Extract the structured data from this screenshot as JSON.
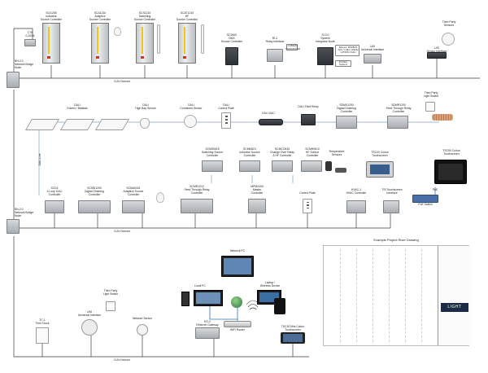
{
  "networks": {
    "top": "ICAN Network",
    "middle": "ICAN Network",
    "bottom": "ICAN Network",
    "dali_line": "DALI Line",
    "poe": "PoE"
  },
  "labels": {
    "sc1": "SCI1265\nInductive\nSource Controller",
    "sc2": "SCA1210\nAdaptive\nSource Controller",
    "sc3": "SCS1210\nSwitching\nSource Controller",
    "sc4": "SCAT1210\nHF\nSource Controller",
    "cur_tr": "CT8\n0-100A",
    "dmx_ctrl": "SCDMX\nDMX\nSource Controller",
    "relay_if": "RI-2\nRelay Interface",
    "stage_tag": "CURRENT\nTRANSDUCER",
    "sys_int": "SI-3.0\nSystem\nIntegrator Node",
    "uni_if": "UNI\nUniversal Interface",
    "tp_sensors": "Third Party\nSensors",
    "sens_if": "UIS\nSensor Interface",
    "bms": "BACnet / MODBUS\nKNX / C-Bus / RS232\nLUTRON / DALI",
    "bms2": "3rd Party\nSystems",
    "node1": "BN-2.0\nNetwork Bridge\nNode",
    "node2": "BN-2.0\nNetwork Bridge\nNode",
    "dali_drivers": "DALI\nDrivers / Ballasts",
    "dali_hbay": "DALI\nHigh Bay Sensor",
    "dali_comb": "DALI\nCombined Sensor",
    "dali_plate": "DALI\nControl Plate",
    "dali_dac": "DALI DAC",
    "dali_relay": "DALI Field Relay",
    "sdmx_dim": "SDMX1200\nDigital Dimming\nController",
    "sdmx_relay": "SDMR1200\nFeed Through Relay\nController",
    "tp_switch": "Third Party\nLight Switch",
    "scm_sw": "SCMS0615\nSwitching Source\nController",
    "scm_ind": "SCMI0621\nInductive Source\nController",
    "scm_co": "SCMCO415\nChange Over Relay\n& HF Controller",
    "scm_hf": "SCMH0610\nHF Source\nController",
    "temp_sens": "Temperature\nSensors",
    "tsc40": "TSC40 Colour\nTouchscreen",
    "tsc50": "TSC50 Colour\nTouchscreen",
    "scd4": "SCD4\n4 Loop DALI\nController",
    "scdim": "SCMD1200\nDigital Dimming\nController",
    "scad": "SCMA0401\nAdaptive Source\nController",
    "scm_feed": "SCMR1212\nFeed Through Relay\nController",
    "mpm": "MPM2400\nMaster\nController",
    "ctl_plate": "Control Plate",
    "hvac": "HVAC-1\nHVAC Controller",
    "tsi": "TSI Touchscreen\nInterface",
    "poe_sw": "PoE Switch",
    "net_pc": "Network PC",
    "local_pc": "Local PC",
    "laptop": "Laptop /\nWireless Device",
    "wifi": "WiFi Router",
    "tp_switch2": "Third Party\nLight Switch",
    "uni2": "UNI\nUniversal Interface",
    "net_sensor": "Network Sensor",
    "eg2": "EG-2\nEthernet Gateway",
    "tsc30": "TSC30 Mini Colour\nTouchscreen",
    "clock": "TC-1\nTime Clock",
    "riser": "Example Project Riser Drawing",
    "logo": "LIGHT"
  },
  "colors": {
    "wire": "#3a3a3a",
    "dali": "#9bb7d4",
    "ethernet": "#2a6fd1",
    "wifi": "#333333",
    "accent_yellow": "#f0c419",
    "accent_red": "#c0392b",
    "logo_bg": "#1c2b45"
  }
}
